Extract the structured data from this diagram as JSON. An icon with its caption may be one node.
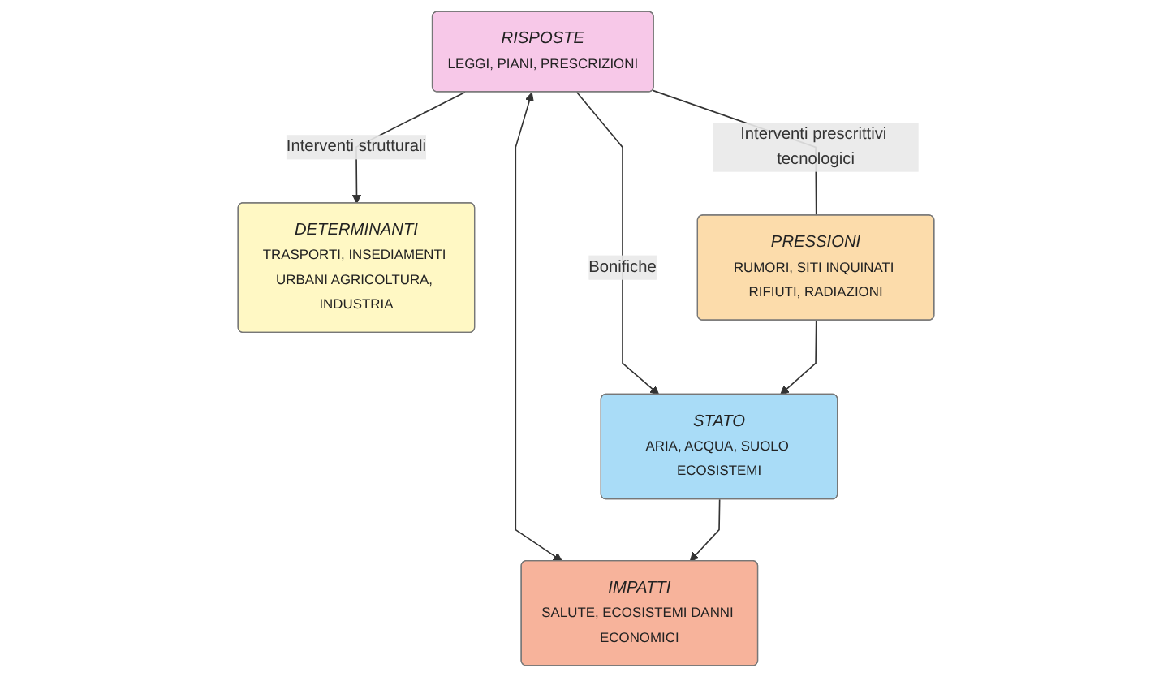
{
  "diagram": {
    "nodes": [
      {
        "text": [
          "DETERMINANTI",
          "TRASPORTI, INSEDIAMENTI URBANI AGRICOLTURA, INDUSTRIA"
        ]
      },
      {
        "text": [
          "RISPOSTE",
          "LEGGI, PIANI, PRESCRIZIONI"
        ]
      },
      {
        "text": [
          "PRESSIONI",
          "RUMORI, SITI INQUINATI RIFIUTI, RADIAZIONI"
        ]
      },
      {
        "text": [
          "IMPATTI",
          "SALUTE, ECOSISTEMI DANNI ECONOMICI"
        ]
      },
      {
        "text": [
          "STATO",
          "ARIA, ACQUA, SUOLO ECOSISTEMI"
        ]
      }
    ],
    "edges": [
      {
        "from": 1,
        "to": 0,
        "arrow": "to",
        "label": "Interventi strutturali"
      },
      {
        "from": 1,
        "to": 2,
        "arrow": "none",
        "label": "Interventi prescrittivi tecnologici"
      },
      {
        "from": 1,
        "to": 4,
        "arrow": "to",
        "label": "Bonifiche"
      },
      {
        "from": 1,
        "to": 3,
        "arrow": "both"
      },
      {
        "from": 2,
        "to": 4,
        "arrow": "to"
      },
      {
        "from": 4,
        "to": 3,
        "arrow": "to"
      }
    ]
  }
}
